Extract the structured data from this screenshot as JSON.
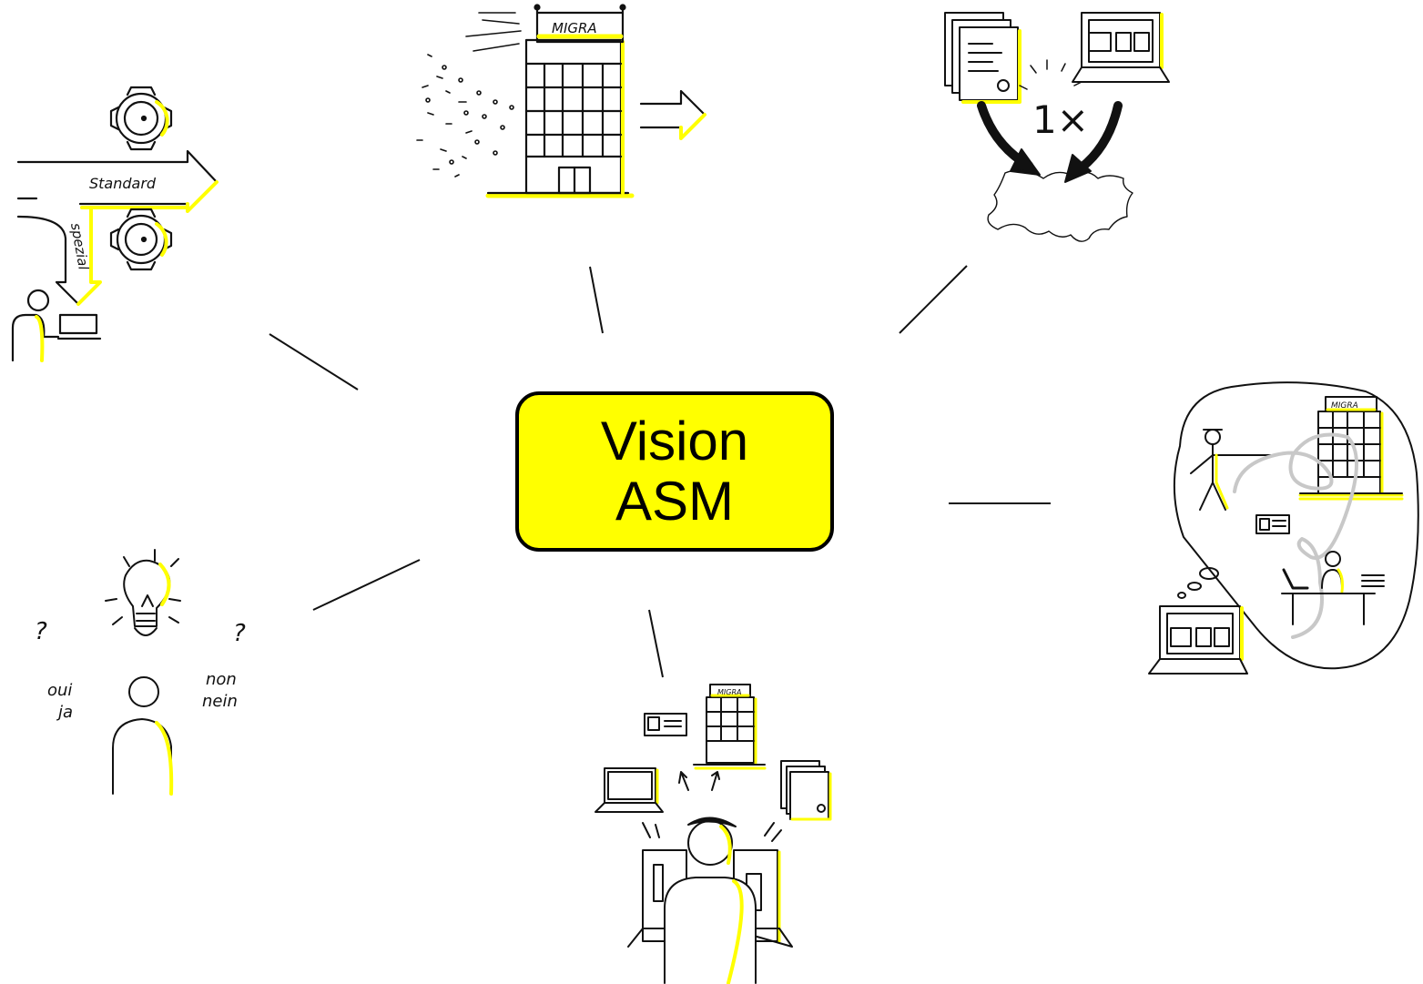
{
  "center": {
    "line1": "Vision",
    "line2": "ASM"
  },
  "labels": {
    "standard": "Standard",
    "spezial": "spezial",
    "migra": "MIGRA",
    "once": "1×",
    "oui": "oui",
    "ja": "ja",
    "non": "non",
    "nein": "nein",
    "question": "?"
  },
  "colors": {
    "accent": "#ffff00",
    "ink": "#111111",
    "path": "#c8c8c8"
  }
}
